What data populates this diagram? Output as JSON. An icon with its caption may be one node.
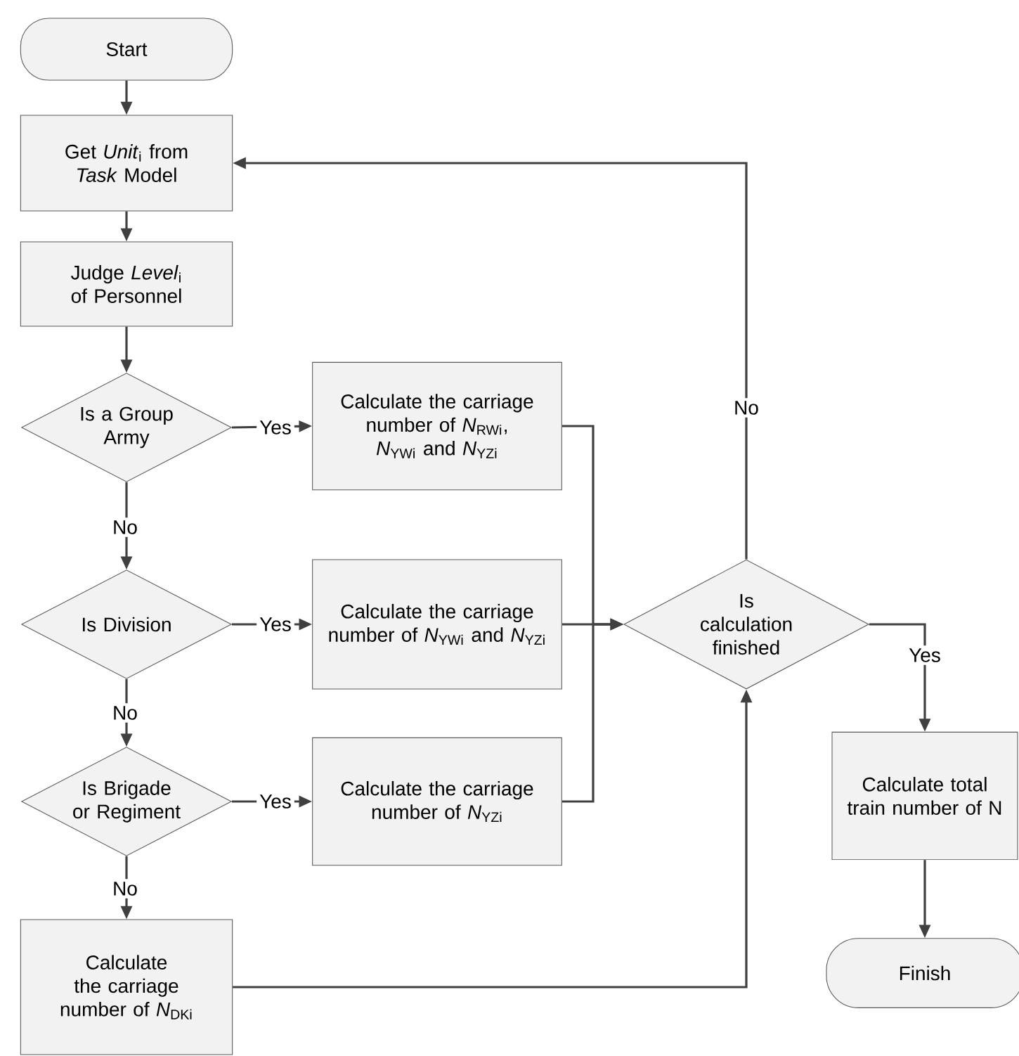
{
  "diagram": {
    "nodes": [
      {
        "text": [
          "Start"
        ]
      },
      {
        "text": [
          "Get *Unit*$_{i}$ from *Task* Model"
        ]
      },
      {
        "text": [
          "Judge *Level*$_{i}$ of Personnel"
        ]
      },
      {
        "text": [
          "Is a Group Army"
        ]
      },
      {
        "text": [
          "Calculate the carriage number of *N*$_{RWi}$, *N*$_{YWi}$ and *N*$_{YZi}$"
        ]
      },
      {
        "text": [
          "Is Division"
        ]
      },
      {
        "text": [
          "Calculate the carriage number of *N*$_{YWi}$ and *N*$_{YZi}$"
        ]
      },
      {
        "text": [
          "Is Brigade or Regiment"
        ]
      },
      {
        "text": [
          "Calculate the carriage number of *N*$_{YZi}$"
        ]
      },
      {
        "text": [
          "Calculate the carriage number of *N*$_{DKi}$"
        ]
      },
      {
        "text": [
          "Is calculation finished"
        ]
      },
      {
        "text": [
          "Calculate total train number of N"
        ]
      },
      {
        "text": [
          "Finish"
        ]
      }
    ],
    "edges": [
      {
        "from": 0,
        "to": 1,
        "arrow": "to"
      },
      {
        "from": 1,
        "to": 2,
        "arrow": "to"
      },
      {
        "from": 2,
        "to": 3,
        "arrow": "to"
      },
      {
        "from": 3,
        "to": 4,
        "arrow": "to",
        "label": "Yes"
      },
      {
        "from": 3,
        "to": 5,
        "arrow": "to",
        "label": "No"
      },
      {
        "from": 5,
        "to": 6,
        "arrow": "to",
        "label": "Yes"
      },
      {
        "from": 5,
        "to": 7,
        "arrow": "to",
        "label": "No"
      },
      {
        "from": 7,
        "to": 8,
        "arrow": "to",
        "label": "Yes"
      },
      {
        "from": 7,
        "to": 9,
        "arrow": "to",
        "label": "No"
      },
      {
        "from": 4,
        "to": 10,
        "arrow": "to"
      },
      {
        "from": 6,
        "to": 10,
        "arrow": "to"
      },
      {
        "from": 8,
        "to": 10,
        "arrow": "to"
      },
      {
        "from": 9,
        "to": 10,
        "arrow": "to"
      },
      {
        "from": 10,
        "to": 1,
        "arrow": "to",
        "label": "No"
      },
      {
        "from": 10,
        "to": 11,
        "arrow": "to",
        "label": "Yes"
      },
      {
        "from": 11,
        "to": 12,
        "arrow": "to"
      }
    ]
  }
}
